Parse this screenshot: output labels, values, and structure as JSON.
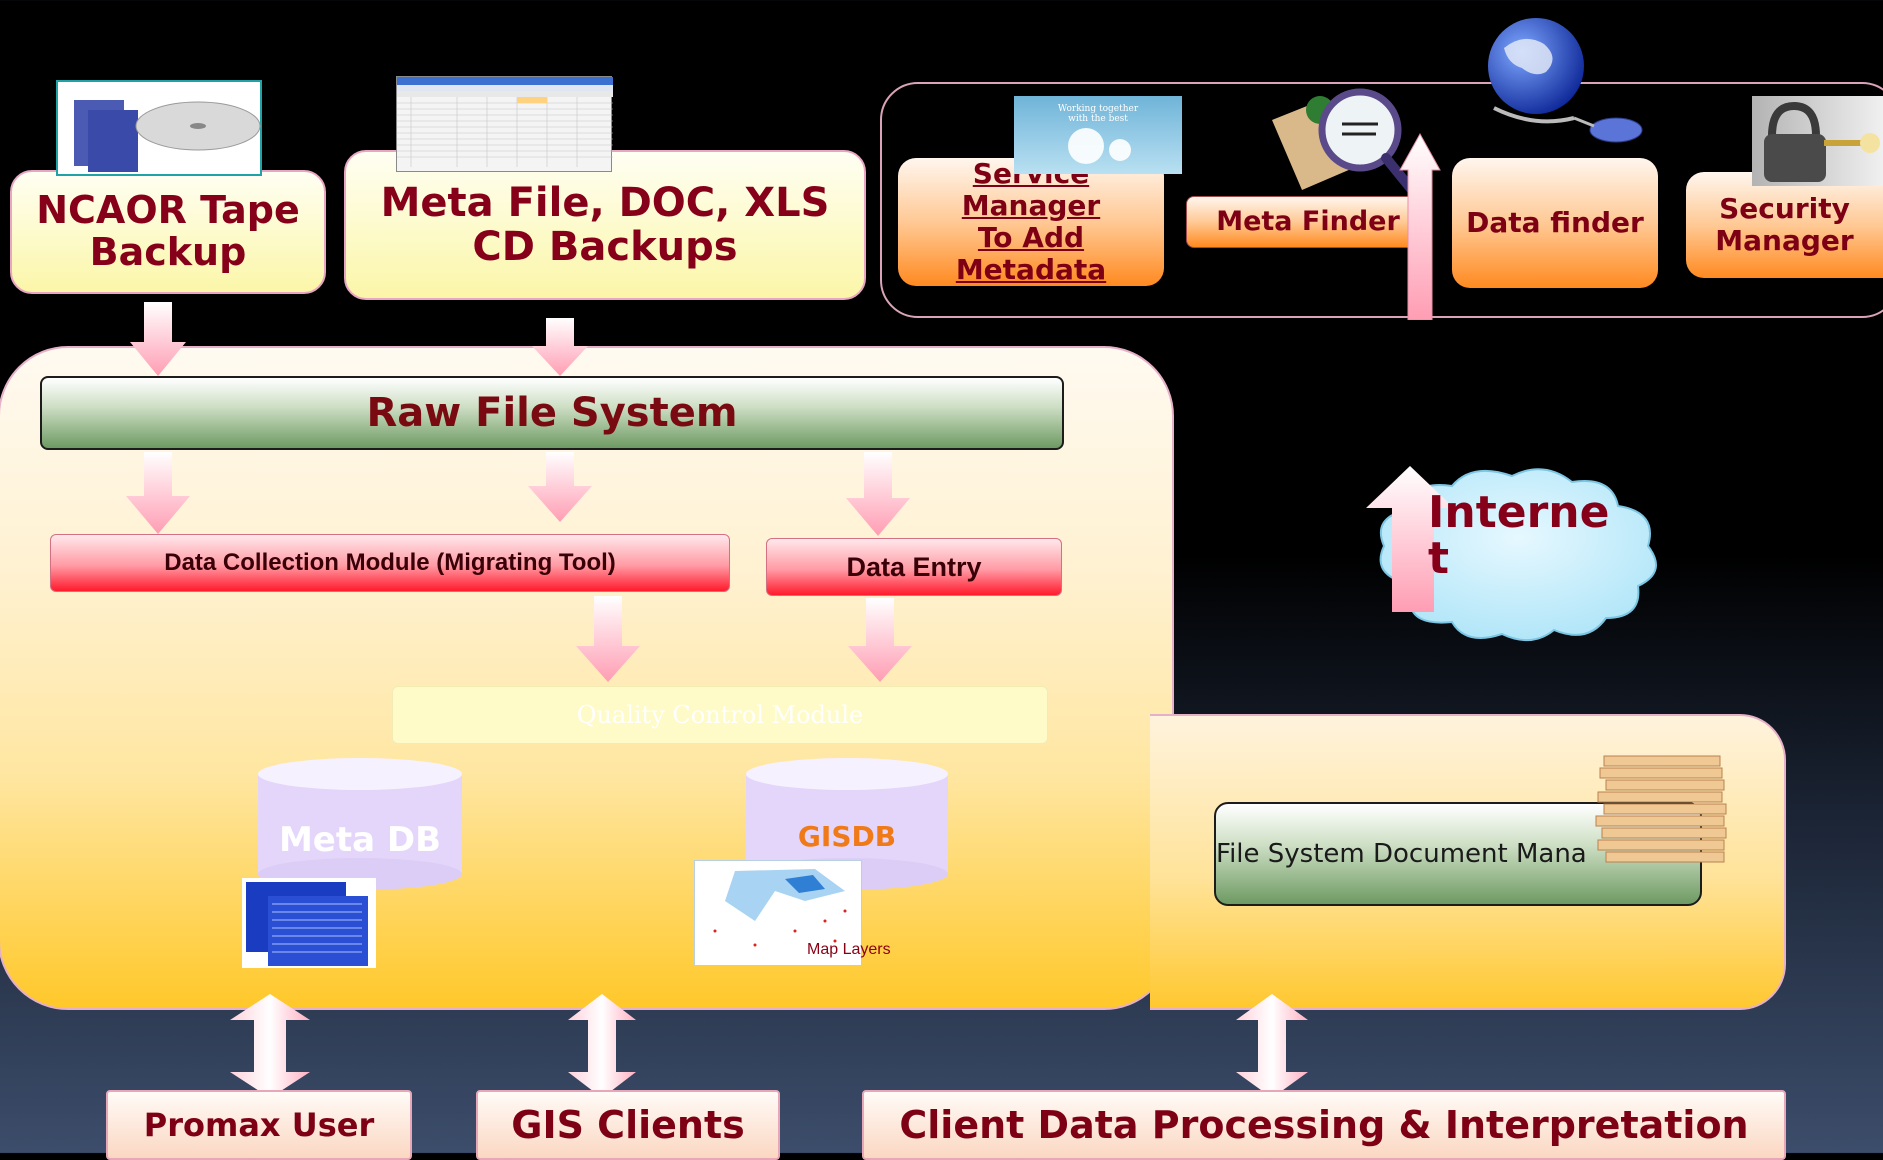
{
  "boxes": {
    "tape_backup": "NCAOR Tape\nBackup",
    "meta_file": "Meta File, DOC, XLS\nCD Backups",
    "service_manager": "Service\nManager\nTo Add\nMetadata",
    "meta_finder": "Meta Finder",
    "data_finder": "Data finder",
    "security_manager": "Security\nManager"
  },
  "raw_file_system": "Raw File System",
  "data_collection_module": "Data Collection Module (Migrating Tool)",
  "data_entry": "Data Entry",
  "quality_control": "Quality Control Module",
  "meta_db": "Meta DB",
  "gis_db": "GISDB",
  "map_layers": "Map Layers",
  "internet": "Interne\nt",
  "file_system_doc": "File System Document Mana",
  "thumb_text": "Working together\nwith the best",
  "clients": {
    "promax": "Promax User",
    "gis": "GIS Clients",
    "client_data": "Client Data Processing & Interpretation"
  },
  "colors": {
    "accent_text": "#86001a",
    "arrow": "#ffb6c6",
    "gis_label": "#f07a18"
  }
}
